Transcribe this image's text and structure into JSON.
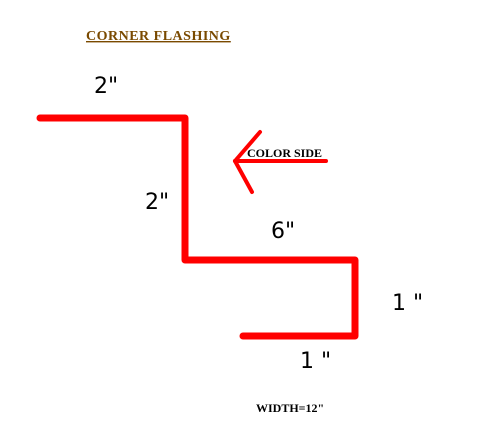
{
  "title": "CORNER  FLASHING",
  "colors": {
    "title": "#7a4a00",
    "profile_line": "#ff0000",
    "arrow": "#ff0000",
    "text": "#000000",
    "background": "#ffffff"
  },
  "dimensions": {
    "top_flange": "2\"",
    "vertical_drop": "2\"",
    "middle_run": "6\"",
    "right_return": "1 \"",
    "bottom_hem": "1 \""
  },
  "color_side_label": "COLOR SIDE",
  "width_label": "WIDTH=12\""
}
